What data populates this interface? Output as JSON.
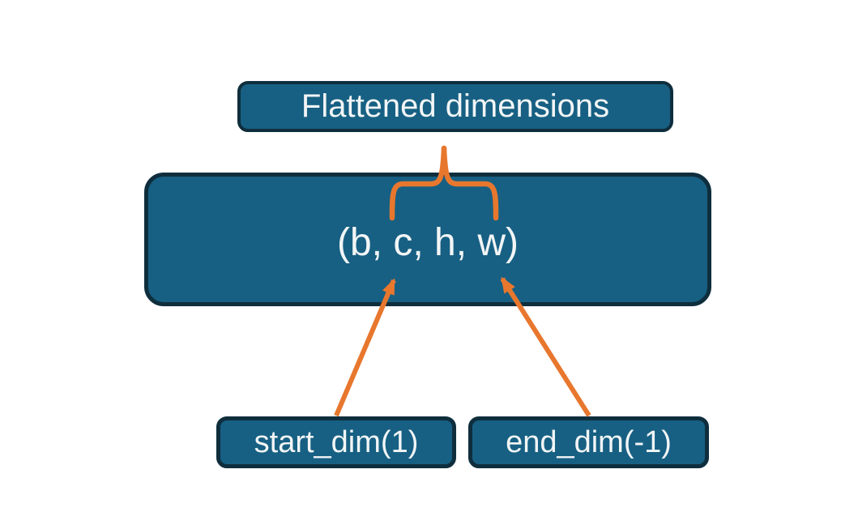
{
  "diagram": {
    "nodes": {
      "flattened": {
        "label": "Flattened dimensions"
      },
      "tensor": {
        "label": "(b, c, h, w)"
      },
      "start_dim": {
        "label": "start_dim(1)"
      },
      "end_dim": {
        "label": "end_dim(-1)"
      }
    },
    "connectors": {
      "brace": "curly-brace-connector",
      "start_arrow": "arrow-from-start-dim-to-c",
      "end_arrow": "arrow-from-end-dim-to-w"
    },
    "colors": {
      "node_fill": "#176083",
      "node_border": "#0f2e3d",
      "accent_orange": "#e8772e",
      "text": "#f2f5f6",
      "background": "#ffffff"
    }
  }
}
